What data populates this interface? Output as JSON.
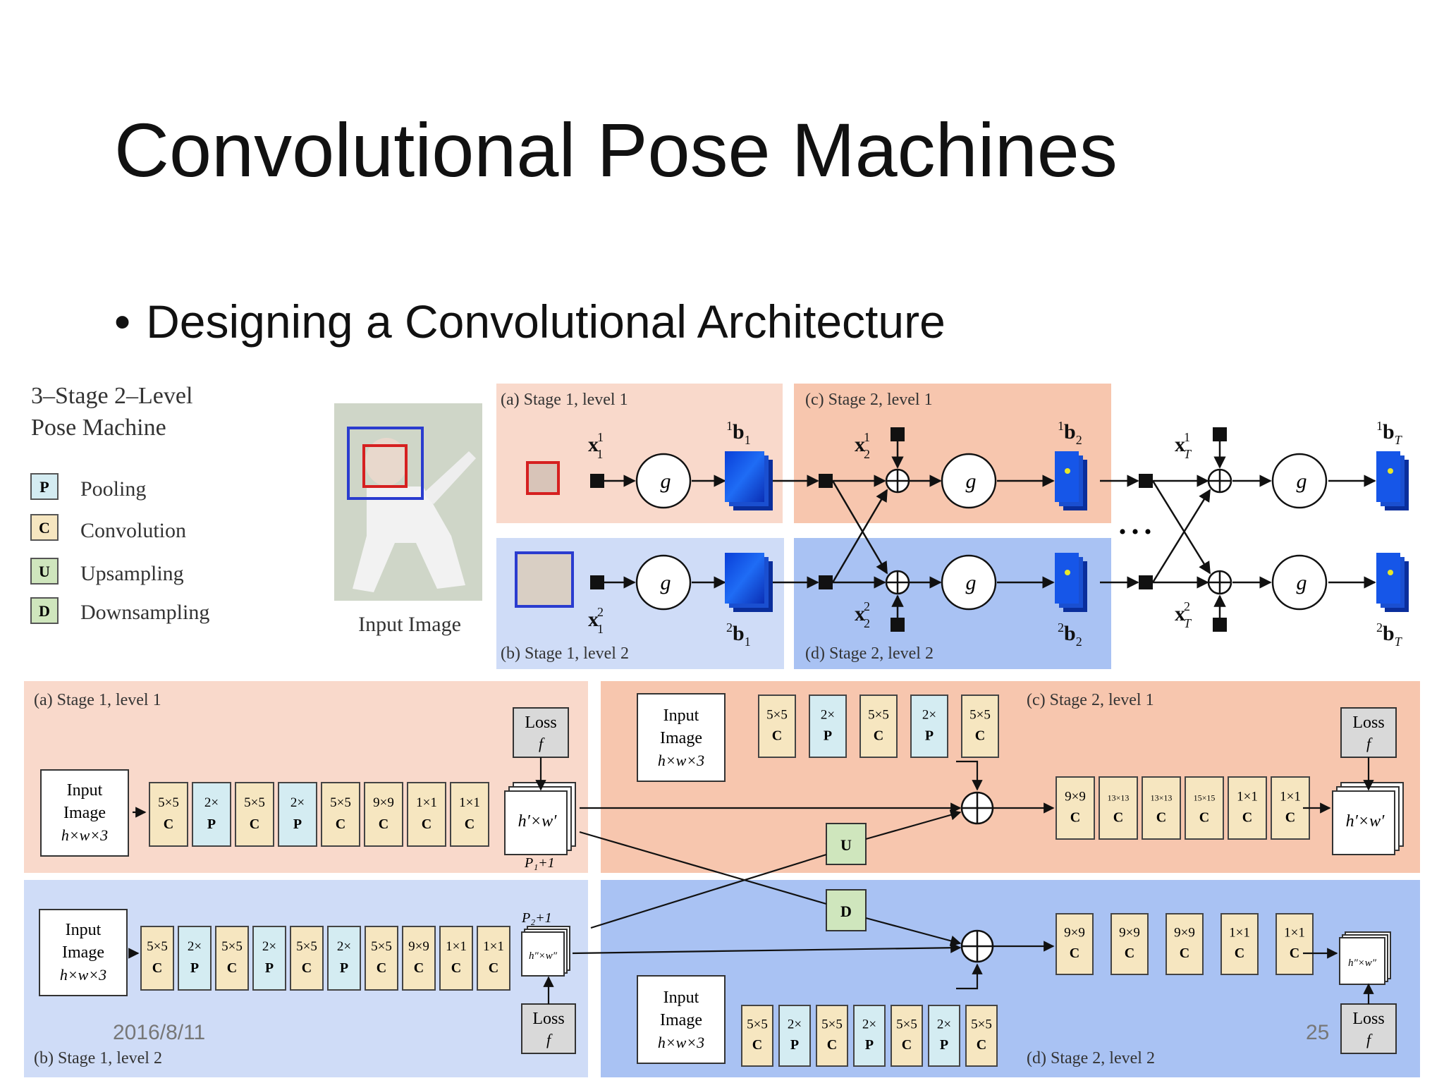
{
  "slide": {
    "title": "Convolutional Pose Machines",
    "bullet": "Designing a Convolutional Architecture",
    "date": "2016/8/11",
    "page_number": "25"
  },
  "legend": {
    "title_line1": "3–Stage 2–Level",
    "title_line2": "Pose Machine",
    "items": [
      {
        "key": "P",
        "label": "Pooling",
        "color": "#d4ecf2"
      },
      {
        "key": "C",
        "label": "Convolution",
        "color": "#f6e6c0"
      },
      {
        "key": "U",
        "label": "Upsampling",
        "color": "#cfe6bd"
      },
      {
        "key": "D",
        "label": "Downsampling",
        "color": "#cfe6bd"
      }
    ]
  },
  "top_diagram": {
    "input_image_caption": "Input Image",
    "panel_a": "(a) Stage 1, level 1",
    "panel_b": "(b) Stage 1, level 2",
    "panel_c": "(c) Stage 2, level 1",
    "panel_d": "(d) Stage 2, level 2",
    "ellipsis": "• • •",
    "nodes": {
      "g11": "g",
      "g12": "g",
      "g21": "g",
      "g22": "g",
      "gT1": "g",
      "gT2": "g"
    }
  },
  "bottom_diagram": {
    "panel_a": "(a) Stage 1, level 1",
    "panel_b": "(b) Stage 1, level 2",
    "panel_c": "(c) Stage 2, level 1",
    "panel_d": "(d) Stage 2, level 2",
    "input_line1": "Input",
    "input_line2": "Image",
    "input_line3": "h×w×3",
    "loss_label": "Loss",
    "p1_label": "P₁+1",
    "p2_label": "P₂+1",
    "fmap_a": "h′×w′",
    "fmap_b": "h″×w″",
    "U": "U",
    "D": "D",
    "row_a": [
      [
        "5×5",
        "C"
      ],
      [
        "2×",
        "P"
      ],
      [
        "5×5",
        "C"
      ],
      [
        "2×",
        "P"
      ],
      [
        "5×5",
        "C"
      ],
      [
        "9×9",
        "C"
      ],
      [
        "1×1",
        "C"
      ],
      [
        "1×1",
        "C"
      ]
    ],
    "row_b": [
      [
        "5×5",
        "C"
      ],
      [
        "2×",
        "P"
      ],
      [
        "5×5",
        "C"
      ],
      [
        "2×",
        "P"
      ],
      [
        "5×5",
        "C"
      ],
      [
        "2×",
        "P"
      ],
      [
        "5×5",
        "C"
      ],
      [
        "9×9",
        "C"
      ],
      [
        "1×1",
        "C"
      ],
      [
        "1×1",
        "C"
      ]
    ],
    "row_c_pre": [
      [
        "5×5",
        "C"
      ],
      [
        "2×",
        "P"
      ],
      [
        "5×5",
        "C"
      ],
      [
        "2×",
        "P"
      ],
      [
        "5×5",
        "C"
      ]
    ],
    "row_c_post": [
      [
        "9×9",
        "C"
      ],
      [
        "13×13",
        "C"
      ],
      [
        "13×13",
        "C"
      ],
      [
        "15×15",
        "C"
      ],
      [
        "1×1",
        "C"
      ],
      [
        "1×1",
        "C"
      ]
    ],
    "row_d_pre": [
      [
        "5×5",
        "C"
      ],
      [
        "2×",
        "P"
      ],
      [
        "5×5",
        "C"
      ],
      [
        "2×",
        "P"
      ],
      [
        "5×5",
        "C"
      ],
      [
        "2×",
        "P"
      ],
      [
        "5×5",
        "C"
      ]
    ],
    "row_d_post": [
      [
        "9×9",
        "C"
      ],
      [
        "9×9",
        "C"
      ],
      [
        "9×9",
        "C"
      ],
      [
        "1×1",
        "C"
      ],
      [
        "1×1",
        "C"
      ]
    ]
  },
  "colors": {
    "stage_level1_bg": "#f9d9cb",
    "stage_level2_bg": "#cfdcf7",
    "stage2_level1_bg": "#f7c6ae",
    "stage2_level2_bg": "#a9c2f3",
    "conv_fill": "#f6e6c0",
    "pool_fill": "#d4ecf2",
    "resample_fill": "#cfe6bd"
  }
}
